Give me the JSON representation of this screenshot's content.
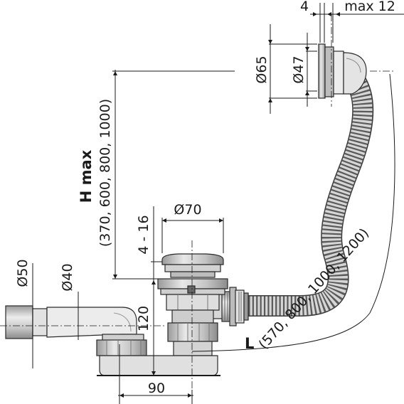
{
  "labels": {
    "flange_thickness": "4",
    "wall_max": "max 12",
    "overflow_outer_dia": "Ø65",
    "overflow_inner_dia": "Ø47",
    "height_max": "H max",
    "height_options": "(370, 600, 800, 1000)",
    "waste_dia": "Ø70",
    "waste_range": "4 - 16",
    "outlet_outer_dia": "Ø50",
    "outlet_inner_dia": "Ø40",
    "trap_height": "120",
    "trap_width": "90",
    "length_label": "L",
    "length_options": "(570, 800, 1000, 1200)"
  },
  "colors": {
    "ink": "#1a1a1a",
    "metal_light": "#e6e6e6",
    "metal_mid": "#c8c8c8",
    "metal_dark": "#8a8a8a"
  }
}
